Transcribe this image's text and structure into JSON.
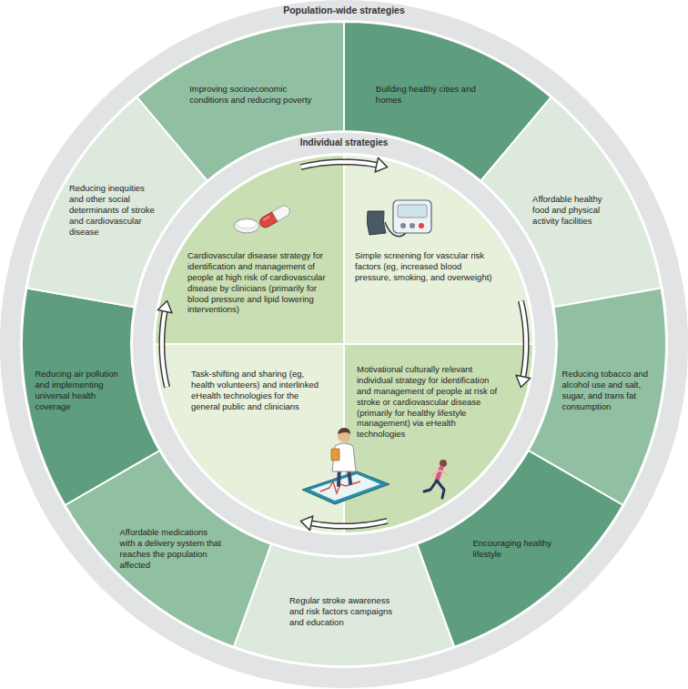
{
  "diagram": {
    "nodes": [
      {
        "text": [
          "Population-wide strategies"
        ]
      },
      {
        "text": [
          "Improving socioeconomic conditions and reducing poverty"
        ],
        "in": 0
      },
      {
        "text": [
          "Building healthy cities and homes"
        ],
        "in": 0
      },
      {
        "text": [
          "Affordable healthy food and physical activity facilities"
        ],
        "in": 0
      },
      {
        "text": [
          "Reducing tobacco and alcohol use and salt, sugar, and trans fat consumption"
        ],
        "in": 0
      },
      {
        "text": [
          "Encouraging healthy lifestyle"
        ],
        "in": 0
      },
      {
        "text": [
          "Regular stroke awareness and risk factors campaigns and education"
        ],
        "in": 0
      },
      {
        "text": [
          "Affordable medications with a delivery system that reaches the population affected"
        ],
        "in": 0
      },
      {
        "text": [
          "Reducing air pollution and implementing universal health coverage"
        ],
        "in": 0
      },
      {
        "text": [
          "Reducing inequities and other social determinants of stroke and cardiovascular disease"
        ],
        "in": 0
      },
      {
        "text": [
          "Individual strategies"
        ],
        "in": 0
      },
      {
        "text": [
          "Cardiovascular disease strategy for identification and management of people at high risk of cardiovascular disease by clinicians (primarily for blood pressure and lipid lowering interventions)"
        ],
        "in": 10
      },
      {
        "text": [
          "Simple screening for vascular risk factors (eg, increased blood pressure, smoking, and overweight)"
        ],
        "in": 10
      },
      {
        "text": [
          "Task-shifting and sharing (eg, health volunteers) and interlinked eHealth technologies for the general public and clinicians"
        ],
        "in": 10
      },
      {
        "text": [
          "Motivational culturally relevant individual strategy for identification and management of people at risk of stroke or cardiovascular disease (primarily for healthy lifestyle management) via eHealth technologies"
        ],
        "in": 10
      }
    ],
    "edges": [
      {
        "from": 11,
        "to": 12,
        "arrow": "to"
      },
      {
        "from": 12,
        "to": 14,
        "arrow": "to"
      },
      {
        "from": 14,
        "to": 13,
        "arrow": "to"
      },
      {
        "from": 13,
        "to": 11,
        "arrow": "to"
      }
    ]
  }
}
